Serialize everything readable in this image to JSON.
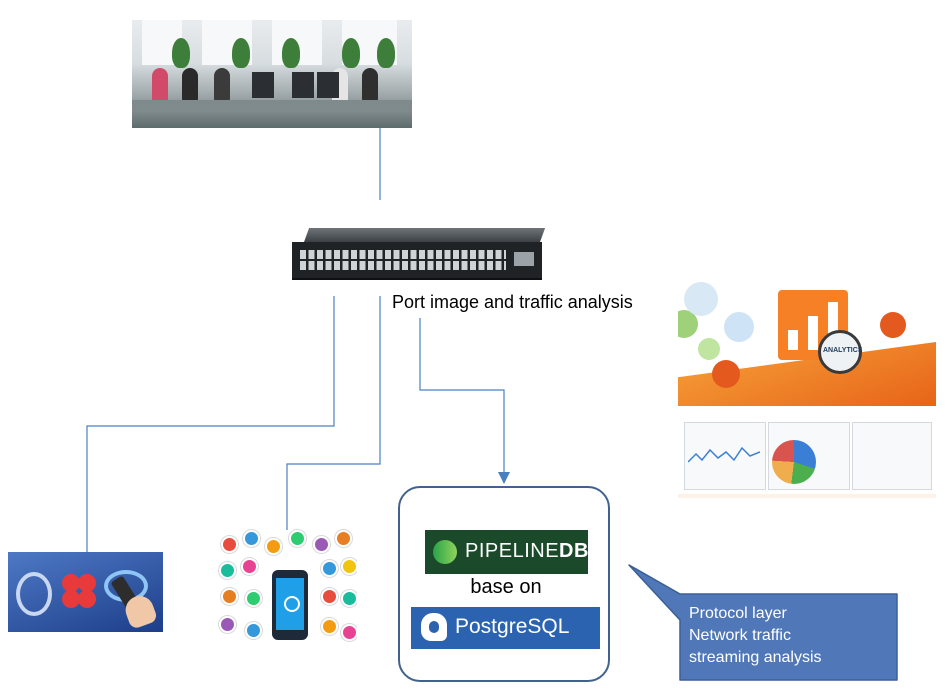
{
  "labels": {
    "port_analysis": "Port image and traffic analysis",
    "base_on": "base on"
  },
  "logos": {
    "pipelinedb_prefix": "PIPELINE",
    "pipelinedb_suffix": "DB",
    "postgresql": "PostgreSQL",
    "analytics_lens": "ANALYTICS"
  },
  "callout": {
    "lines": [
      "Protocol layer",
      "Network traffic",
      "streaming analysis"
    ],
    "fill": "#5078b8",
    "stroke": "#3a5f97"
  },
  "colors": {
    "connector": "#4a80c0",
    "box_border": "#41618f",
    "pipeline_bg": "#1a4a2a",
    "postgres_bg": "#2c63b0",
    "analytics_orange": "#f58025"
  },
  "icons": [
    "office-photo",
    "network-switch",
    "analytics-graphic",
    "carrier-logos",
    "social-network-phone",
    "pipelinedb-logo",
    "postgresql-logo"
  ]
}
